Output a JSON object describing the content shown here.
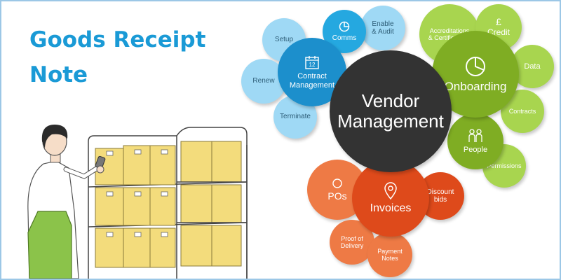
{
  "title": {
    "line1": "Goods Receipt",
    "line2": "Note"
  },
  "hub": {
    "label_line1": "Vendor",
    "label_line2": "Management"
  },
  "clusters": {
    "contract": {
      "label_line1": "Contract",
      "label_line2": "Management",
      "icon": "calendar-icon",
      "icon_text": "12",
      "items": {
        "setup": "Setup",
        "comms": "Comms",
        "enable_line1": "Enable",
        "enable_line2": "& Audit",
        "renew": "Renew",
        "terminate": "Terminate"
      }
    },
    "onboarding": {
      "label": "Onboarding",
      "icon": "pie-chart-icon",
      "items": {
        "accreditations_line1": "Accreditations",
        "accreditations_line2": "& Certifications",
        "credit_symbol": "£",
        "credit": "Credit",
        "data": "Data",
        "contracts": "Contracts",
        "people": "People",
        "permissions": "Permissions"
      }
    },
    "invoices": {
      "label": "Invoices",
      "icon": "map-pin-icon",
      "items": {
        "pos": "POs",
        "discount_line1": "Discount",
        "discount_line2": "bids",
        "proof_line1": "Proof of",
        "proof_line2": "Delivery",
        "payment_line1": "Payment",
        "payment_line2": "Notes"
      }
    }
  },
  "colors": {
    "title": "#1a9ad6",
    "hub": "#333333",
    "contract_main": "#1c8fcc",
    "contract_item": "#9fd9f5",
    "contract_item_dark": "#25a8e0",
    "onboarding_main": "#7fad23",
    "onboarding_item": "#a8d54f",
    "invoices_main": "#de4a1b",
    "invoices_item": "#ee7a45"
  }
}
